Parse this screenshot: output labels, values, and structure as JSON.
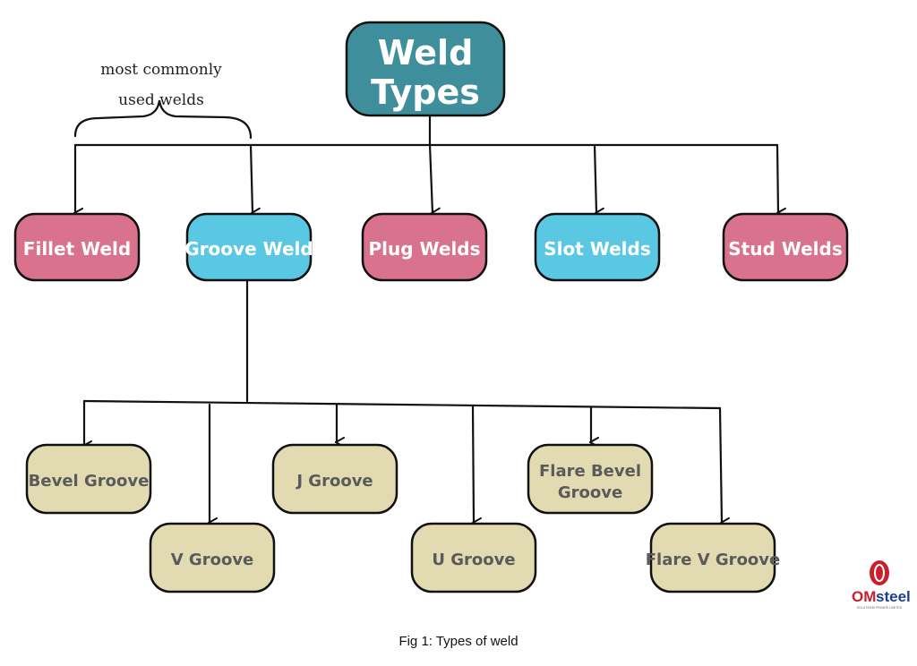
{
  "colors": {
    "root": "#3e8e9c",
    "pink": "#d9728d",
    "cyan": "#5bc8e3",
    "tan": "#e2dab1",
    "line": "#111111",
    "logo_red": "#c8202c",
    "logo_blue": "#1b3f8f"
  },
  "root": {
    "line1": "Weld",
    "line2": "Types"
  },
  "annotation": {
    "line1": "most commonly",
    "line2": "used welds"
  },
  "types": [
    {
      "label": "Fillet Weld",
      "color": "pink"
    },
    {
      "label": "Groove Weld",
      "color": "cyan"
    },
    {
      "label": "Plug Welds",
      "color": "pink"
    },
    {
      "label": "Slot Welds",
      "color": "cyan"
    },
    {
      "label": "Stud Welds",
      "color": "pink"
    }
  ],
  "grooves": {
    "bevel": "Bevel Groove",
    "v": "V Groove",
    "j": "J Groove",
    "u": "U Groove",
    "flare_bevel_1": "Flare Bevel",
    "flare_bevel_2": "Groove",
    "flare_v": "Flare V Groove"
  },
  "logo": {
    "om": "OM",
    "steel": "steel",
    "tagline": "SOLUTIONS PRIVATE LIMITED"
  },
  "caption": "Fig 1: Types of weld"
}
